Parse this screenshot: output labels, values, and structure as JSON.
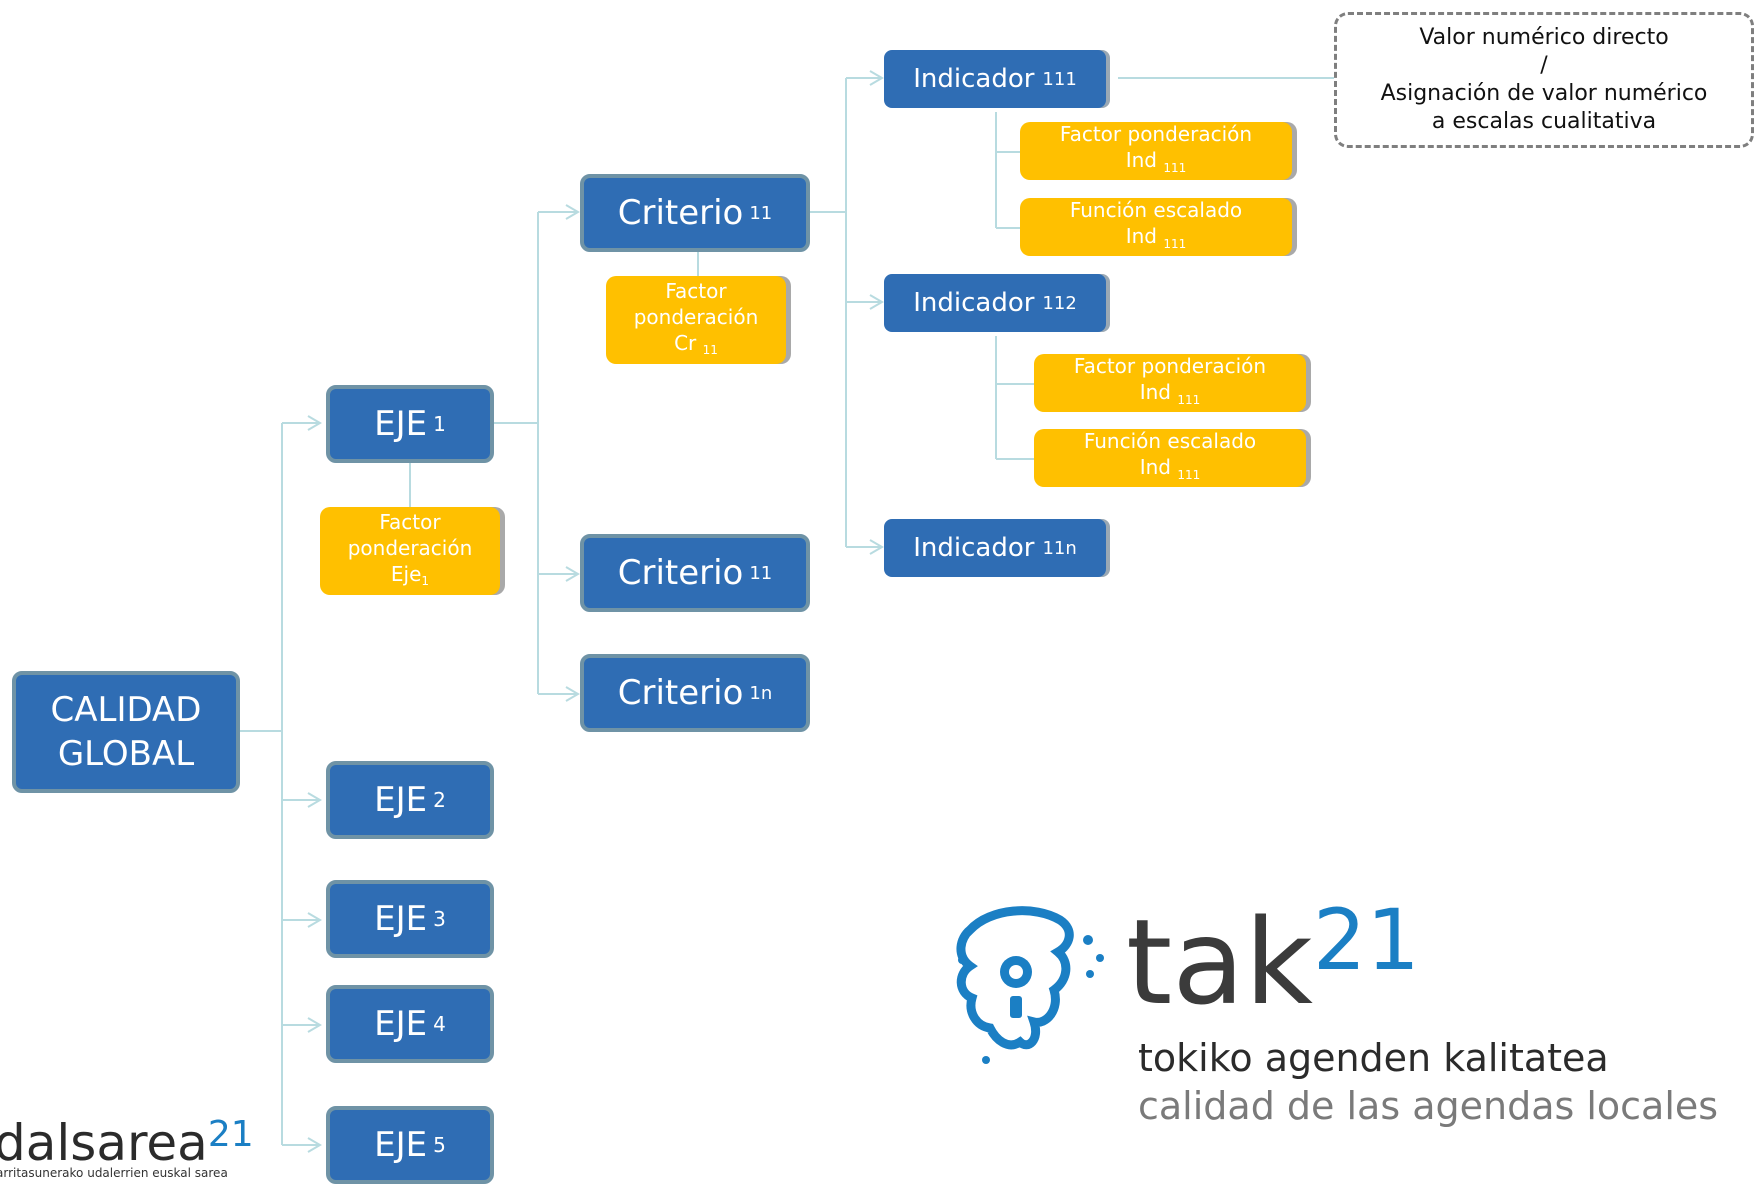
{
  "root": {
    "line1": "CALIDAD",
    "line2": "GLOBAL"
  },
  "ejes": [
    {
      "label": "EJE",
      "sub": "1"
    },
    {
      "label": "EJE",
      "sub": "2"
    },
    {
      "label": "EJE",
      "sub": "3"
    },
    {
      "label": "EJE",
      "sub": "4"
    },
    {
      "label": "EJE",
      "sub": "5"
    }
  ],
  "eje_factor": {
    "line1": "Factor",
    "line2": "ponderación",
    "line3": "Eje",
    "sub": "1"
  },
  "criterios": [
    {
      "label": "Criterio",
      "sub": "11"
    },
    {
      "label": "Criterio",
      "sub": "11"
    },
    {
      "label": "Criterio",
      "sub": "1n"
    }
  ],
  "criterio_factor": {
    "line1": "Factor",
    "line2": "ponderación",
    "line3": "Cr",
    "sub": "11"
  },
  "indicadores": [
    {
      "label": "Indicador",
      "sub": "111"
    },
    {
      "label": "Indicador",
      "sub": "112"
    },
    {
      "label": "Indicador",
      "sub": "11n"
    }
  ],
  "ind_boxes": [
    {
      "line1": "Factor ponderación",
      "line2": "Ind",
      "sub": "111"
    },
    {
      "line1": "Función escalado",
      "line2": "Ind",
      "sub": "111"
    },
    {
      "line1": "Factor ponderación",
      "line2": "Ind",
      "sub": "111"
    },
    {
      "line1": "Función escalado",
      "line2": "Ind",
      "sub": "111"
    }
  ],
  "value_box": {
    "line1": "Valor numérico directo",
    "line2": "/",
    "line3": "Asignación de valor numérico",
    "line4": "a escalas cualitativa"
  },
  "tak21": {
    "brand_a": "tak",
    "brand_b": "21",
    "tagline1": "tokiko agenden kalitatea",
    "tagline2": "calidad de las agendas locales"
  },
  "udalsarea": {
    "brand_a": "dalsarea",
    "brand_b": "21",
    "tagline": "arritasunerako udalerrien euskal sarea"
  },
  "colors": {
    "blue": "#2f6db4",
    "yellow": "#ffc000",
    "connector": "#b8dbe0",
    "brand_blue": "#1b7fc4"
  }
}
